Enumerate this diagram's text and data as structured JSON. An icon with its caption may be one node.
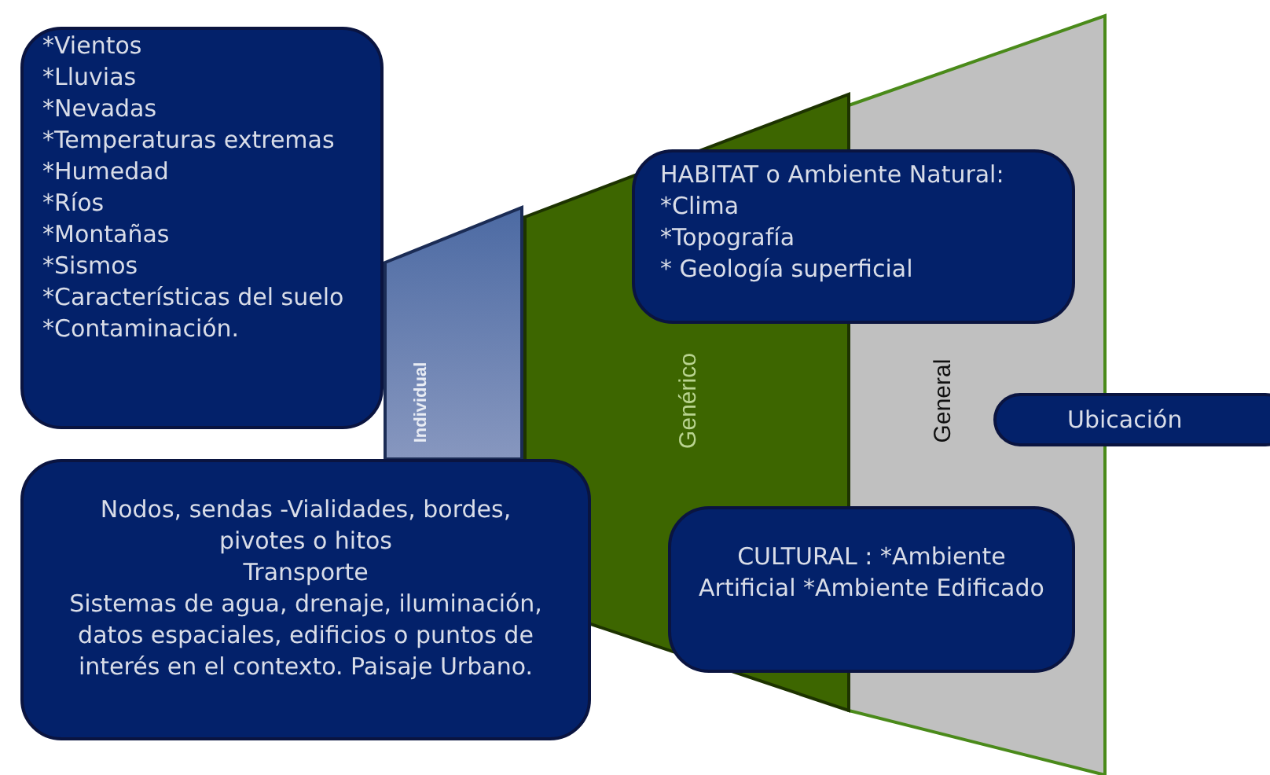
{
  "diagram": {
    "nodes": [
      {
        "text": [
          "Individual"
        ]
      },
      {
        "text": [
          "Genérico"
        ]
      },
      {
        "text": [
          "General"
        ]
      },
      {
        "text": [
          "*Vientos",
          "*Lluvias",
          "*Nevadas",
          "*Temperaturas extremas",
          "*Humedad",
          "*Ríos",
          "*Montañas",
          "*Sismos",
          "*Características del suelo",
          "*Contaminación."
        ]
      },
      {
        "text": [
          "HABITAT o Ambiente Natural:",
          "*Clima",
          "*Topografía",
          "* Geología superficial"
        ]
      },
      {
        "text": [
          "Ubicación"
        ]
      },
      {
        "text": [
          "Nodos, sendas -Vialidades, bordes, pivotes o hitos",
          "Transporte",
          "Sistemas de agua, drenaje, iluminación, datos espaciales, edificios o puntos de interés en el contexto. Paisaje Urbano."
        ]
      },
      {
        "text": [
          "CULTURAL : *Ambiente Artificial *Ambiente Edificado"
        ]
      }
    ]
  }
}
